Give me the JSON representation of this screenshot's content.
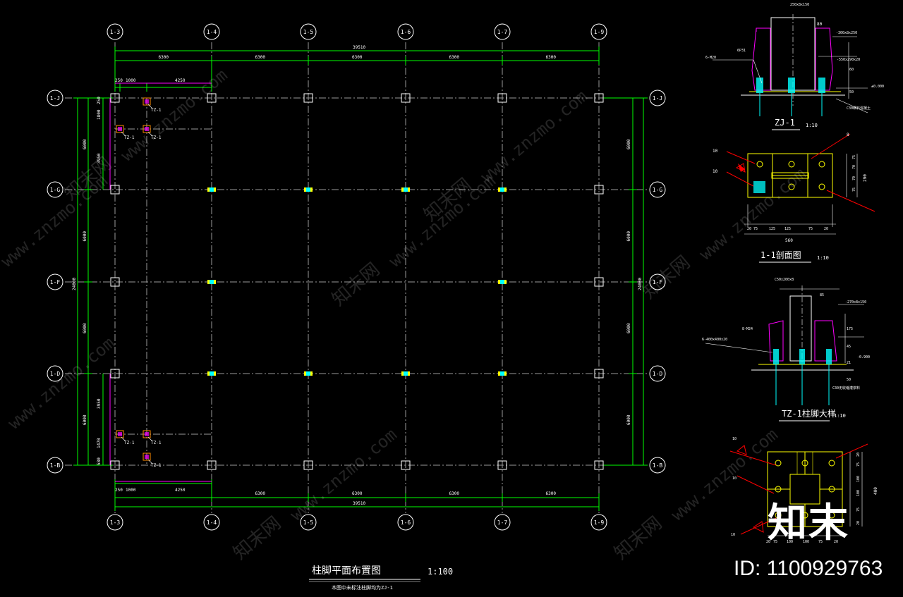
{
  "plan": {
    "title": "柱脚平面布置图",
    "scale": "1:100",
    "note": "本图中未标注柱脚均为ZJ-1",
    "axes_x": [
      "1-3",
      "1-4",
      "1-5",
      "1-6",
      "1-7",
      "1-9"
    ],
    "axes_y": [
      "1-J",
      "1-G",
      "1-F",
      "1-D",
      "1-B"
    ],
    "top_total": "39510",
    "top_bays": [
      "6300",
      "6300",
      "6300",
      "6300",
      "6300"
    ],
    "top_detail": [
      "250",
      "1000",
      "4250"
    ],
    "bottom_total": "39510",
    "bottom_bays": [
      "6300",
      "6300",
      "6300",
      "6300"
    ],
    "bottom_detail": [
      "250",
      "1000",
      "4250"
    ],
    "left_total": "24000",
    "left_bays": [
      "6000",
      "6000",
      "6000",
      "6000"
    ],
    "left_top_detail": [
      "250",
      "1800",
      "3950"
    ],
    "left_bottom_detail": [
      "3950",
      "1470",
      "580"
    ],
    "right_total": "24000",
    "right_bays": [
      "6000",
      "6000",
      "6000",
      "6000"
    ],
    "tz_label": "TZ-1"
  },
  "details": {
    "zj1": {
      "title": "ZJ-1",
      "scale": "1:10",
      "labels": [
        "250x8x150",
        "80",
        "6-M20",
        "6P31",
        "-300x8x250",
        "-550x290x20",
        "60",
        "50",
        "±0.000",
        "C30细石混凝土"
      ]
    },
    "section11": {
      "title": "1-1剖面图",
      "scale": "1:10",
      "dims_bottom": [
        "20",
        "75",
        "125",
        "125",
        "75",
        "20"
      ],
      "dims_total": "560",
      "dims_right": [
        "75",
        "70",
        "70",
        "75"
      ],
      "dims_right_total": "290",
      "marks": [
        "10",
        "10",
        "8"
      ]
    },
    "tz1": {
      "title": "TZ-1柱脚大样",
      "scale": "1:10",
      "labels": [
        "C50x200x8",
        "-270x8x150",
        "85",
        "8-M24",
        "6-400x400x20",
        "-0.900",
        "175",
        "45",
        "21",
        "50",
        "C30无收缩灌浆料"
      ]
    },
    "plate": {
      "dims_right": [
        "20",
        "75",
        "100",
        "100",
        "75",
        "20"
      ],
      "dims_right_total": "400",
      "dims_bottom": [
        "20",
        "75",
        "100",
        "100",
        "75",
        "20"
      ],
      "marks": [
        "10",
        "10",
        "10"
      ]
    }
  },
  "watermark": {
    "site": "www.znzmo.com",
    "brand": "知末网",
    "logo": "知末",
    "id_label": "ID: 1100929763"
  },
  "colors": {
    "background": "#000000",
    "dimension": "#00ff00",
    "axis_bubble": "#ffffff",
    "detail_steel": "#ff00ff",
    "concrete": "#ffff00",
    "bolt": "#00ffff",
    "leader": "#ff0000",
    "text": "#ffffff"
  }
}
